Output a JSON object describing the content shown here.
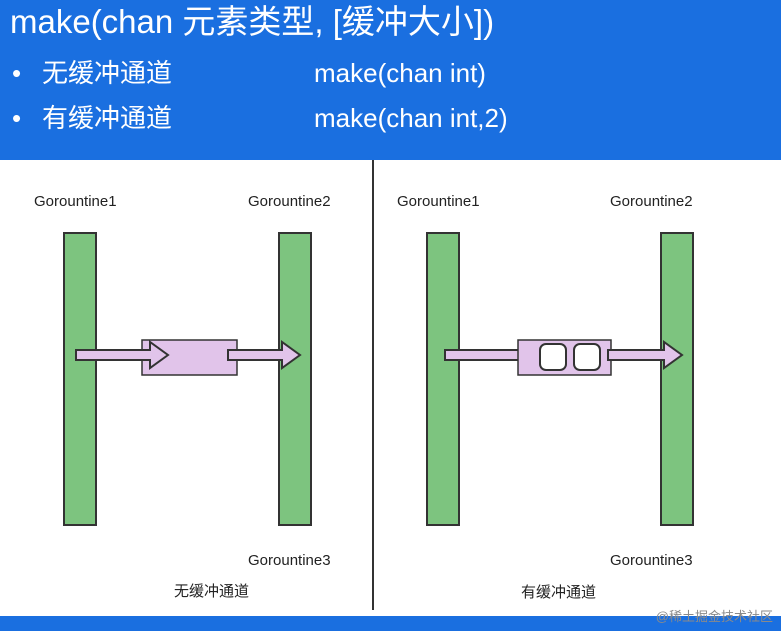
{
  "header": {
    "title": "make(chan 元素类型, [缓冲大小])",
    "rows": [
      {
        "bullet": "•",
        "label": "无缓冲通道",
        "code": "make(chan int)"
      },
      {
        "bullet": "•",
        "label": "有缓冲通道",
        "code": "make(chan int,2)"
      }
    ]
  },
  "diagram": {
    "left_panel": {
      "goroutine1": "Gorountine1",
      "goroutine2": "Gorountine2",
      "goroutine3": "Gorountine3",
      "caption": "无缓冲通道"
    },
    "right_panel": {
      "goroutine1": "Gorountine1",
      "goroutine2": "Gorountine2",
      "goroutine3": "Gorountine3",
      "caption": "有缓冲通道"
    }
  },
  "watermark": "@稀土掘金技术社区",
  "colors": {
    "header_bg": "#1a6fe0",
    "goroutine_bar": "#7dc47f",
    "channel_box": "#e1c4ea",
    "arrow_fill": "#e1c4ea",
    "outline": "#333333"
  }
}
